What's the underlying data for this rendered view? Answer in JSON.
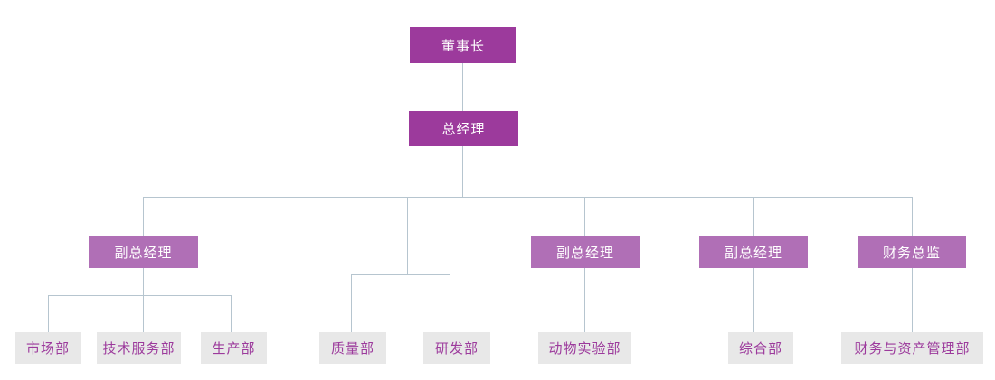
{
  "diagram": {
    "type": "org-chart",
    "description": "Company organization chart, 4 levels, purple theme"
  },
  "colors": {
    "primary": "#9c3a9c",
    "secondary": "#b06fb6",
    "deptBg": "#e8e8e8",
    "deptText": "#9c3a9c",
    "line": "#b6c5cf",
    "bg": "#ffffff"
  },
  "nodes": {
    "chairman": {
      "label": "董事长",
      "level": 1
    },
    "gm": {
      "label": "总经理",
      "level": 2
    },
    "vgm1": {
      "label": "副总经理",
      "level": 3
    },
    "vgm2": {
      "label": "副总经理",
      "level": 3
    },
    "vgm3": {
      "label": "副总经理",
      "level": 3
    },
    "cfo": {
      "label": "财务总监",
      "level": 3
    },
    "dept_market": {
      "label": "市场部",
      "level": 4
    },
    "dept_tech_service": {
      "label": "技术服务部",
      "level": 4
    },
    "dept_production": {
      "label": "生产部",
      "level": 4
    },
    "dept_quality": {
      "label": "质量部",
      "level": 4
    },
    "dept_rd": {
      "label": "研发部",
      "level": 4
    },
    "dept_animal_lab": {
      "label": "动物实验部",
      "level": 4
    },
    "dept_general": {
      "label": "综合部",
      "level": 4
    },
    "dept_finance_assets": {
      "label": "财务与资产管理部",
      "level": 4
    }
  },
  "edges": [
    {
      "from": "chairman",
      "to": "gm"
    },
    {
      "from": "gm",
      "to": "vgm1"
    },
    {
      "from": "gm",
      "to": "dept_quality"
    },
    {
      "from": "gm",
      "to": "dept_rd"
    },
    {
      "from": "gm",
      "to": "vgm2"
    },
    {
      "from": "gm",
      "to": "vgm3"
    },
    {
      "from": "gm",
      "to": "cfo"
    },
    {
      "from": "vgm1",
      "to": "dept_market"
    },
    {
      "from": "vgm1",
      "to": "dept_tech_service"
    },
    {
      "from": "vgm1",
      "to": "dept_production"
    },
    {
      "from": "vgm2",
      "to": "dept_animal_lab"
    },
    {
      "from": "vgm3",
      "to": "dept_general"
    },
    {
      "from": "cfo",
      "to": "dept_finance_assets"
    }
  ]
}
